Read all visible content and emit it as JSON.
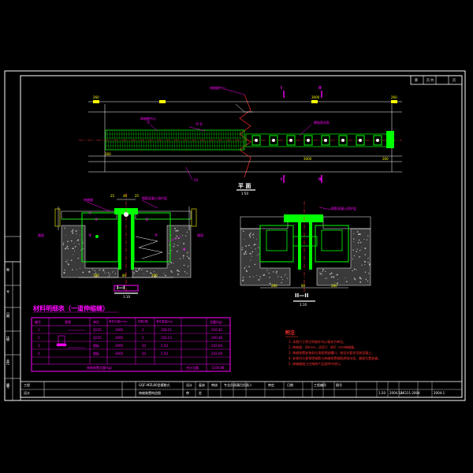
{
  "sheet": {
    "page_no_label": "第",
    "page_total_label": "页 共",
    "page_end_label": "页"
  },
  "plan_view": {
    "title": "平 面",
    "scale": "1:50",
    "dims_top": [
      "260",
      "3000",
      "260"
    ],
    "dims_bottom": [
      "260",
      "3000",
      "260"
    ],
    "callout_top": "伸缩缝中心",
    "callout_left": "伸缩缝中心",
    "callout_circle_1": "①",
    "callout_circle_23": "②③",
    "callout_right": "橡胶密封条",
    "section_marks": [
      "I",
      "II",
      "I",
      "II"
    ],
    "label_50": "50"
  },
  "section_1": {
    "title": "I—I",
    "scale": "1:10",
    "labels": [
      "①",
      "②",
      "③",
      "④",
      "⑤",
      "⑥"
    ],
    "callout_right": "钢筋混凝土保护层",
    "callout_left": "伸缩缝",
    "dims_top": [
      "25",
      "40",
      "25"
    ],
    "dims_bottom": [
      "100",
      "80",
      "100"
    ],
    "left_edge": "路面",
    "right_edge": "路面"
  },
  "section_2": {
    "title": "II—II",
    "scale": "1:10",
    "callout": "钢筋混凝土保护层",
    "dims_bottom": [
      "280",
      "80",
      "280"
    ]
  },
  "material_table": {
    "title": "材料明细表（一道伸缩缝）",
    "headers": [
      "编号",
      "规格",
      "单位",
      "单件长度(mm)",
      "件数(根)",
      "单件重量(kg)",
      "总重(kg)"
    ],
    "rows": [
      [
        "1",
        "",
        "Q235",
        "3000",
        "2",
        "158.21",
        "316.42"
      ],
      [
        "2",
        "",
        "Q235",
        "3000",
        "2",
        "150.23",
        "300.46"
      ],
      [
        "3",
        "",
        "钢板",
        "3000",
        "44",
        "5.50",
        "242.00"
      ],
      [
        "4",
        "",
        "钢板",
        "3000",
        "44",
        "5.50",
        "242.00"
      ]
    ],
    "total_label": "伸缩装置总重(kg)",
    "total_mid": "合计总重",
    "total_value": "1100.88"
  },
  "notes": {
    "title": "附注",
    "lines": [
      "1. 本图尺寸除注明者外均以毫米为单位。",
      "2. 伸缩量：80mm，适用于（80）mm伸缩缝。",
      "3. 伸缩装置安装前应清理预留槽口，按设计要求浇筑混凝土。",
      "4. 安装时注意预埋钢筋与伸缩装置钢筋焊接牢固，确保位置准确。",
      "5. 伸缩缝施工应按照产品说明书进行。"
    ]
  },
  "left_strip": {
    "labels": [
      "图",
      "号",
      "日期",
      "比例",
      "单位",
      "编号"
    ]
  },
  "title_block": {
    "company": "工程",
    "company2": "设计",
    "drawing_title_1": "GQF-MZL80型模数式",
    "drawing_title_2": "伸缩装置构造图",
    "col_labels": [
      "设计",
      "复核",
      "审核",
      "专业负责人",
      "项目负责人",
      "审定",
      "日期",
      "工程编号",
      "图号"
    ],
    "row2_labels": [
      "审",
      "定"
    ],
    "scale_value": "1:20",
    "date_value": "2004.12",
    "project_no": "AK311-2004",
    "drawing_no": "2004-1"
  }
}
